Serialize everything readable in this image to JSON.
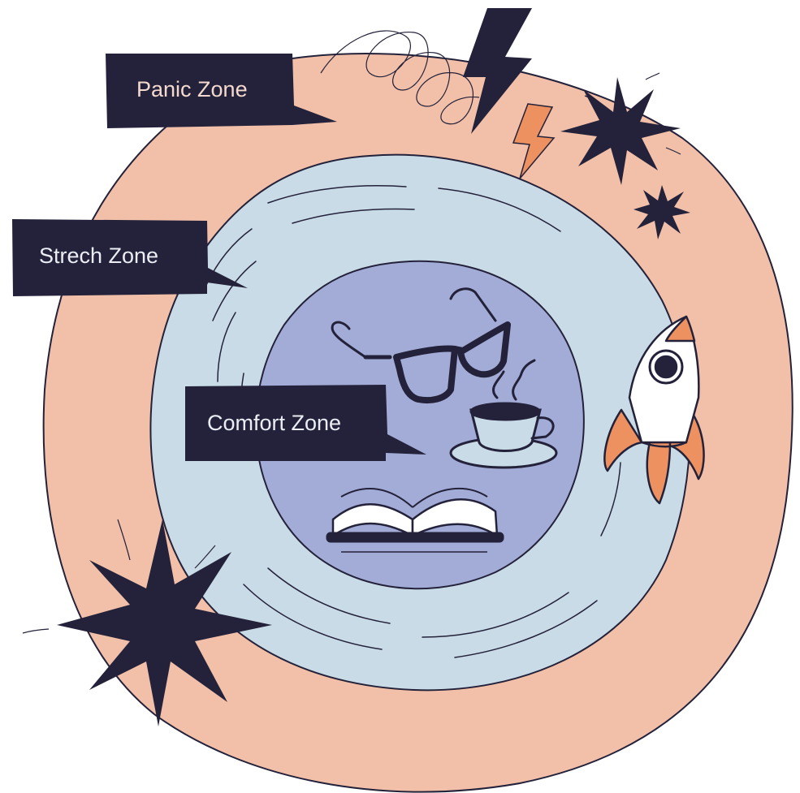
{
  "zones": {
    "panic": {
      "label": "Panic Zone"
    },
    "stretch": {
      "label": "Strech Zone"
    },
    "comfort": {
      "label": "Comfort Zone"
    }
  },
  "colors": {
    "panic_fill": "#f2bfa9",
    "stretch_fill": "#c9dbe6",
    "comfort_fill": "#a3acd6",
    "ink": "#23223a",
    "accent_orange": "#ee9160",
    "label_bg": "#23223a",
    "panic_label_text": "#f4d9cf",
    "light_label_text": "#eaeef4"
  },
  "icons": [
    "glasses-icon",
    "coffee-cup-icon",
    "open-book-icon",
    "rocket-icon",
    "lightning-bolt-icon",
    "burst-star-icon",
    "scribble-icon"
  ]
}
